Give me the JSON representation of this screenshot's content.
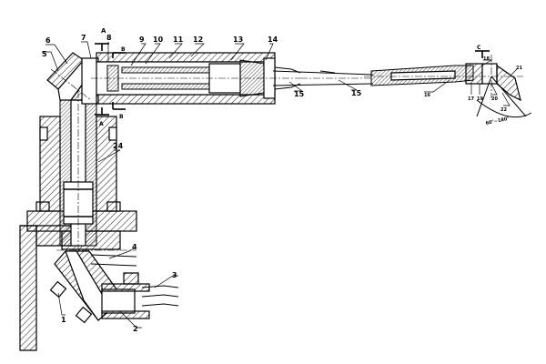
{
  "drawing": {
    "part_numbers": [
      "1",
      "2",
      "3",
      "4",
      "5",
      "6",
      "7",
      "8",
      "9",
      "10",
      "11",
      "12",
      "13",
      "14",
      "15",
      "15",
      "16",
      "17",
      "18",
      "19",
      "20",
      "21",
      "22",
      "24"
    ],
    "section_marks": {
      "a_top": "A",
      "a_bottom": "A",
      "b_top": "B",
      "b_bottom": "B",
      "c": "C"
    },
    "angle_label": "60°~180°"
  }
}
